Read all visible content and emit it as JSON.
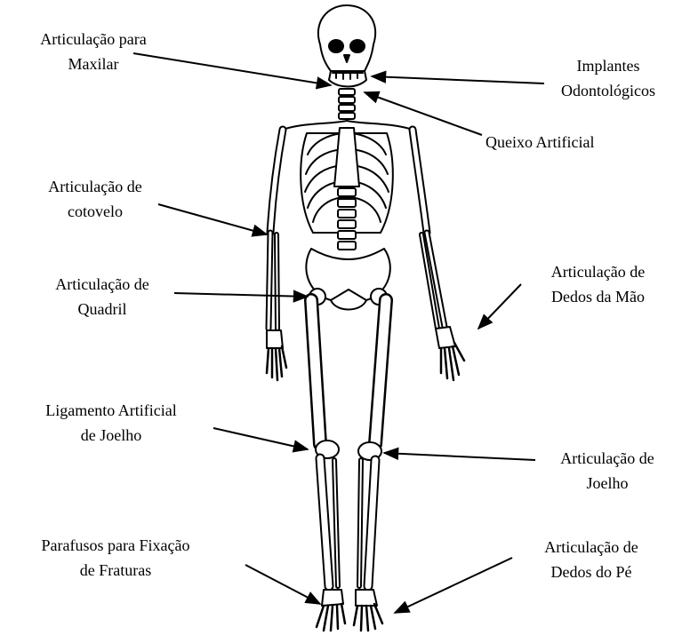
{
  "labels": {
    "maxilar": [
      "Articulação para",
      "Maxilar"
    ],
    "implantes": [
      "Implantes",
      "Odontológicos"
    ],
    "queixo": [
      "Queixo Artificial"
    ],
    "cotovelo": [
      "Articulação de",
      "cotovelo"
    ],
    "dedos_mao": [
      "Articulação de",
      "Dedos da Mão"
    ],
    "quadril": [
      "Articulação de",
      "Quadril"
    ],
    "ligamento_joelho": [
      "Ligamento Artificial",
      "de Joelho"
    ],
    "joelho": [
      "Articulação de",
      "Joelho"
    ],
    "parafusos": [
      "Parafusos para Fixação",
      "de Fraturas"
    ],
    "dedos_pe": [
      "Articulação de",
      "Dedos do Pé"
    ]
  },
  "colors": {
    "ink": "#000000",
    "bone": "#ffffff",
    "background": "#ffffff"
  }
}
